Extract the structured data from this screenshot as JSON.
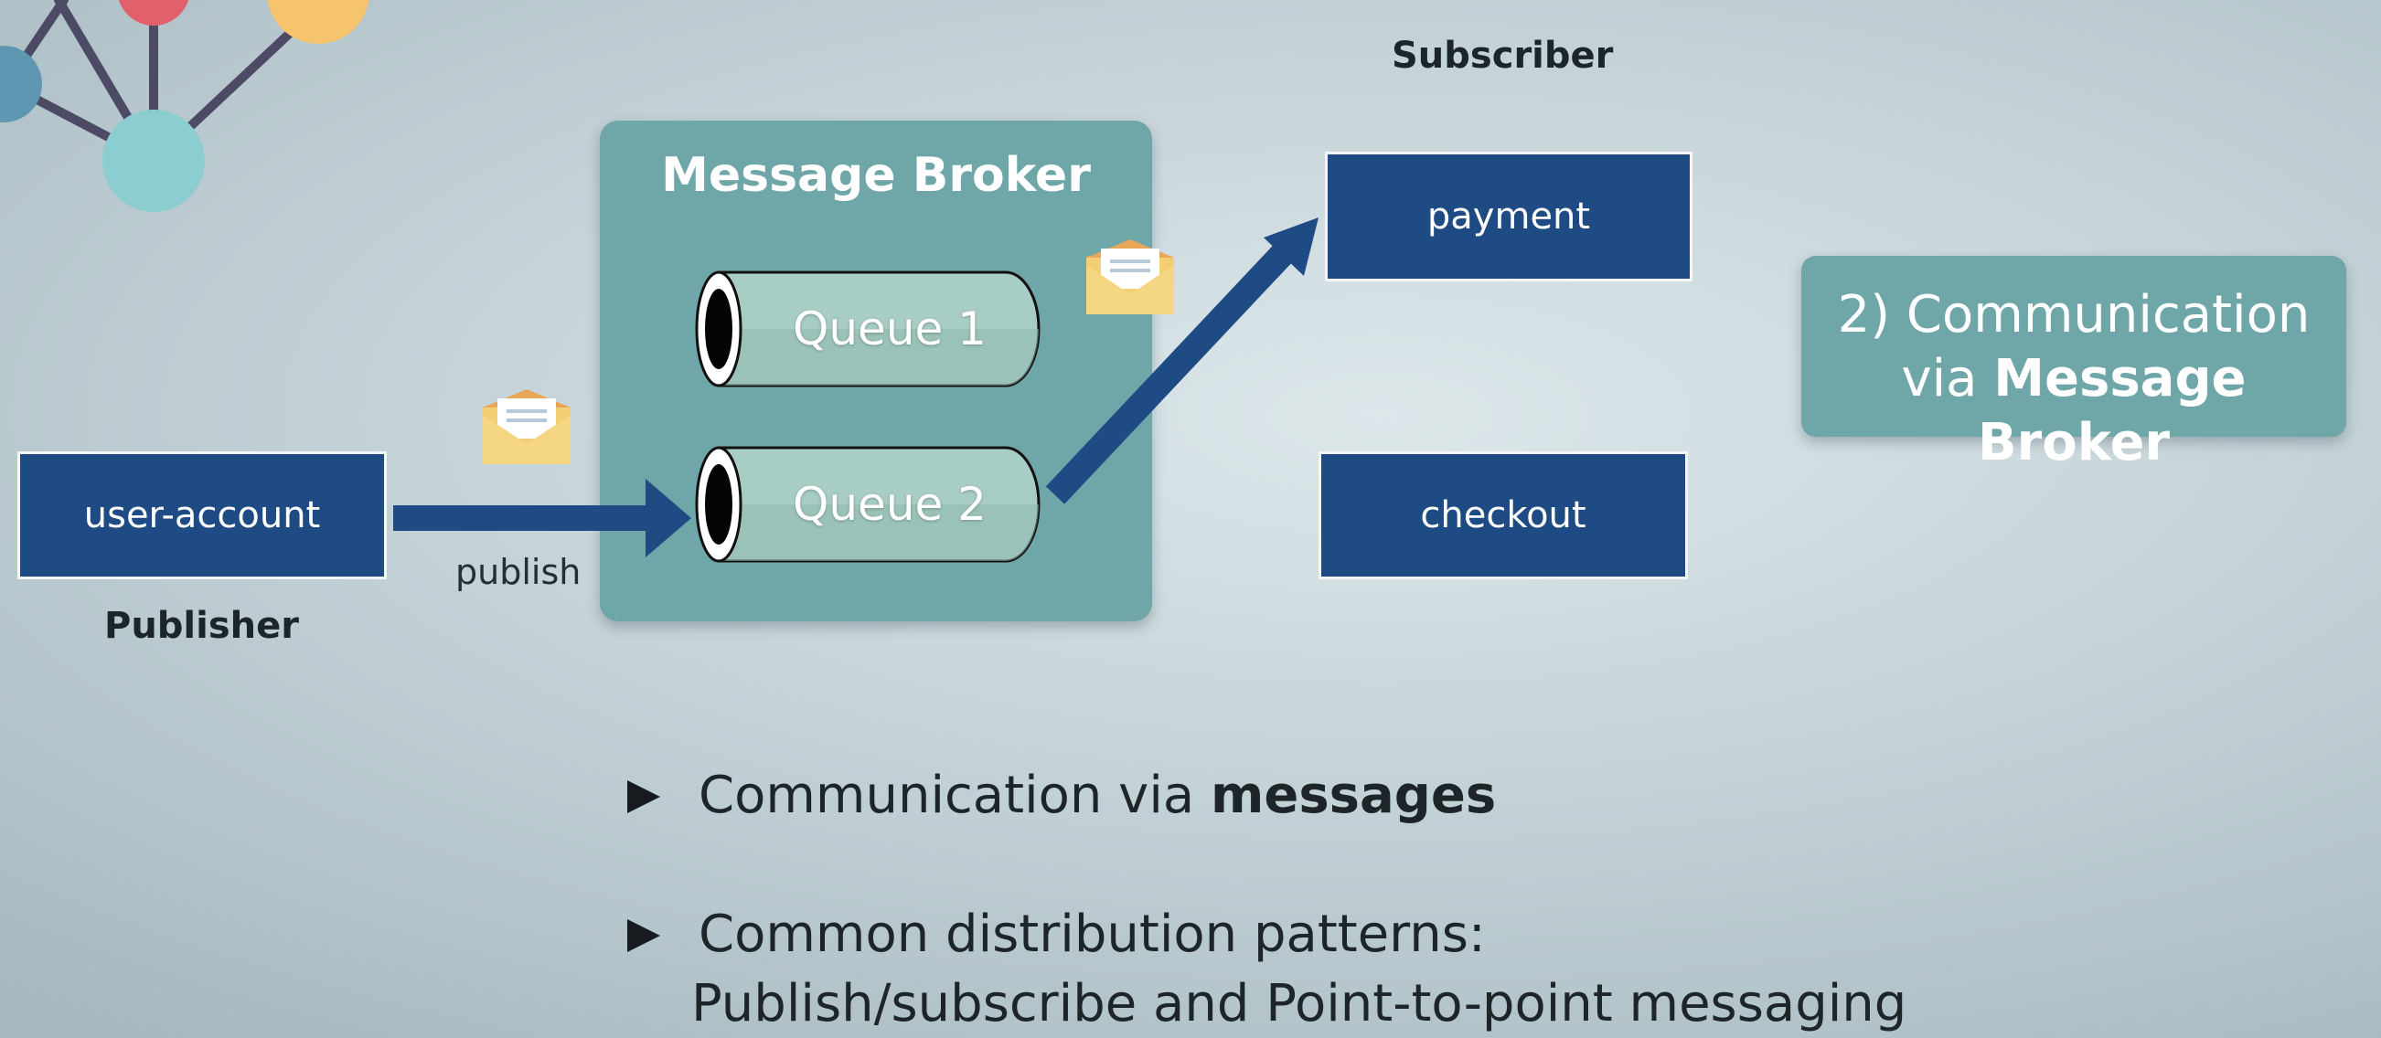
{
  "broker": {
    "title": "Message Broker",
    "queues": [
      "Queue 1",
      "Queue 2"
    ]
  },
  "publisher": {
    "service": "user-account",
    "caption": "Publisher",
    "action_label": "publish"
  },
  "subscriber": {
    "caption": "Subscriber",
    "services": [
      "payment",
      "checkout"
    ]
  },
  "callout": {
    "line1": "2) Communication",
    "line2_prefix": "via ",
    "line2_bold": "Message Broker"
  },
  "bullets": [
    {
      "prefix": "Communication via ",
      "bold": "messages"
    },
    {
      "prefix": "Common distribution patterns:",
      "bold": ""
    }
  ],
  "bullet_sub": "Publish/subscribe and Point-to-point messaging",
  "colors": {
    "service_box": "#1f4b84",
    "broker_panel": "#6fa6a8",
    "arrow": "#1f4b84",
    "envelope": "#f2cf74",
    "deco_red": "#e2606b",
    "deco_yellow": "#f7c46e",
    "deco_teal": "#8ccdd2",
    "deco_blue": "#5f97b3"
  },
  "icons": [
    "network-graph-decoration",
    "queue-cylinder-icon",
    "envelope-icon",
    "arrow-icon",
    "triangle-bullet-icon"
  ]
}
